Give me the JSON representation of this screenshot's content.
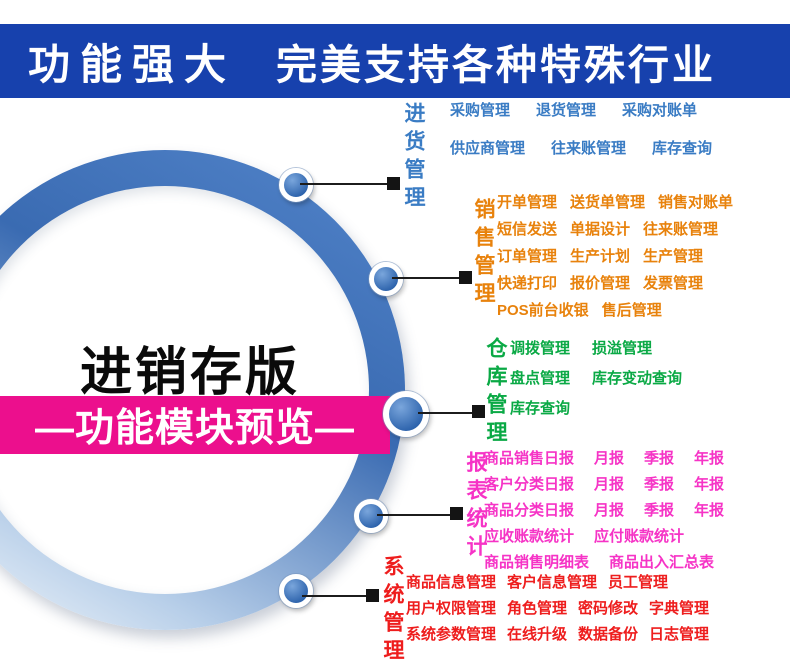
{
  "banner": {
    "left": "功能强大",
    "right": "完美支持各种特殊行业"
  },
  "hero": {
    "title": "进销存版",
    "ribbon": "—功能模块预览—"
  },
  "palette": {
    "banner_bg": "#1741ad",
    "ribbon_bg": "#ec0f8d",
    "ring_blue": "#3a6bb2",
    "node_blue": "#2d63ac",
    "connector_black": "#1c1c1c"
  },
  "modules": [
    {
      "label": "进货管理",
      "color": "#3a7cc4",
      "rows": [
        [
          "采购管理",
          "退货管理",
          "采购对账单"
        ],
        [
          "供应商管理",
          "往来账管理",
          "库存查询"
        ]
      ]
    },
    {
      "label": "销售管理",
      "color": "#e8820c",
      "rows": [
        [
          "开单管理",
          "送货单管理",
          "销售对账单"
        ],
        [
          "短信发送",
          "单据设计",
          "往来账管理"
        ],
        [
          "订单管理",
          "生产计划",
          "生产管理"
        ],
        [
          "快递打印",
          "报价管理",
          "发票管理"
        ],
        [
          "POS前台收银",
          "售后管理"
        ]
      ]
    },
    {
      "label": "仓库管理",
      "color": "#0aa945",
      "rows": [
        [
          "调拨管理",
          "损溢管理"
        ],
        [
          "盘点管理",
          "库存变动查询"
        ],
        [
          "库存查询"
        ]
      ]
    },
    {
      "label": "报表统计",
      "color": "#f633c6",
      "rows": [
        [
          "商品销售日报",
          "月报",
          "季报",
          "年报"
        ],
        [
          "客户分类日报",
          "月报",
          "季报",
          "年报"
        ],
        [
          "商品分类日报",
          "月报",
          "季报",
          "年报"
        ],
        [
          "应收账款统计",
          "应付账款统计"
        ],
        [
          "商品销售明细表",
          "商品出入汇总表"
        ]
      ]
    },
    {
      "label": "系统管理",
      "color": "#ee1d1d",
      "rows": [
        [
          "商品信息管理",
          "客户信息管理",
          "员工管理"
        ],
        [
          "用户权限管理",
          "角色管理",
          "密码修改",
          "字典管理"
        ],
        [
          "系统参数管理",
          "在线升级",
          "数据备份",
          "日志管理"
        ]
      ]
    }
  ]
}
